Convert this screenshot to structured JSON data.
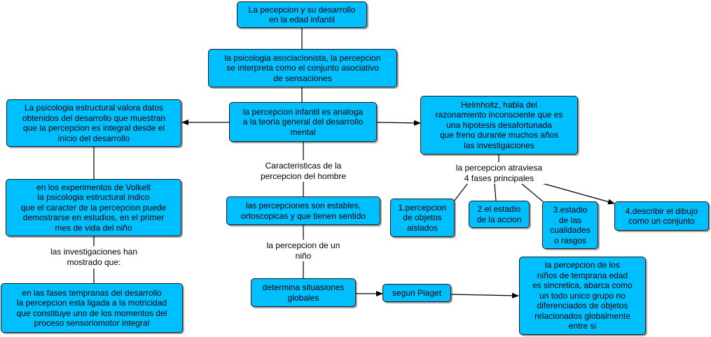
{
  "nodes": {
    "title": "La pecepcion y su desarrollo\nen la edad infantil",
    "asociacionista": "la psicologia asociacionista, la percepcion\nse interpreta como el conjunto asociativo\nde sensaciones",
    "analoga": "la percepcion infantil es analoga\na la teoria general del desarrollo\nmental",
    "estructural": "La psicologia estructural valora datos\nobtenidos del desarrollo que muestran\nque la percepcion es integral desde el\ninicio del desarrollo",
    "helmholtz": "Helmholtz, habla del\nrazonamiento inconsciente que es\nuna hipotesis desafortunada\nque freno durante muchos años\nlas investigaciones",
    "volkelt": "en los experimentos de Volkelt\nla psicologia estructural indico\nque el caracter de la percepcion puede\ndemostrarse en estudios, en el primer\nmes de vida del niño",
    "estables": "las percepciones son estables,\nortoscopicas y que tienen sentido",
    "fase1": "1.percepcion\nde objetos\naislados",
    "fase2": "2.el estadio\nde la accion",
    "fase3": "3.estadio\nde las\ncualidades\no rasgos",
    "fase4": "4.describir el dibujo\ncomo un conjunto",
    "fases_tempranas": "en las fases tempranas del desarrollo\nla percepcion esta ligada a la motricidad\nque constituye uno de los momentos del\nproceso sensoriomotor integral",
    "globales": "determina situasiones\nglobales",
    "piaget": "segun Piaget",
    "sincretica": "la percepcion de los\nniños de temprana edad\nes sincretica, abarca como\nun todo unico grupo no\ndiferenciados de objetos\nrelacionados globalmente\nentre si"
  },
  "labels": {
    "caracteristicas": "Caracteristicas de la\npercepcion del hombre",
    "atraviesa": "la percepcion atraviesa\n4 fases principales",
    "investigaciones": "las investigaciones han\nmostrado que:",
    "nino": "la percepcion de un\nniño"
  },
  "colors": {
    "node_fill": "#00bfff",
    "line": "#000000"
  }
}
